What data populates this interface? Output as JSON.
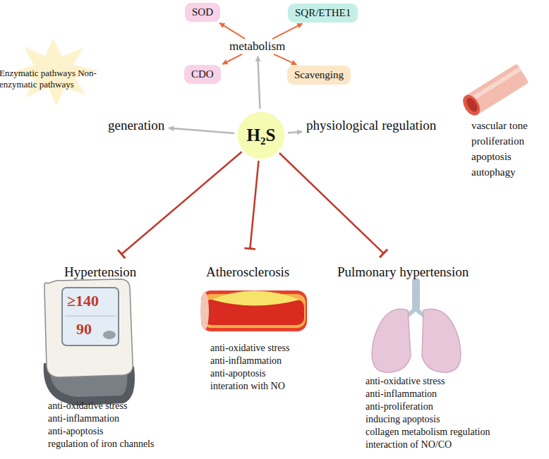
{
  "diagram": {
    "nodes": [
      {
        "text": [
          "SOD"
        ]
      },
      {
        "text": [
          "SQR/ETHE1"
        ]
      },
      {
        "text": [
          "metabolism"
        ]
      },
      {
        "text": [
          "CDO"
        ]
      },
      {
        "text": [
          "Scavenging"
        ]
      },
      {
        "text": [
          "Enzymatic pathways Non-enzymatic pathways"
        ]
      },
      {
        "text": [
          "generation"
        ]
      },
      {
        "text": [
          "H₂S"
        ]
      },
      {
        "text": [
          "physiological regulation"
        ]
      },
      {
        "text": [
          "Hypertension"
        ]
      },
      {
        "text": [
          "Atherosclerosis"
        ]
      },
      {
        "text": [
          "Pulmonary hypertension"
        ]
      }
    ],
    "edges": [
      {
        "from": 2,
        "to": 0,
        "arrow": "to"
      },
      {
        "from": 2,
        "to": 1,
        "arrow": "to"
      },
      {
        "from": 2,
        "to": 3,
        "arrow": "to"
      },
      {
        "from": 2,
        "to": 4,
        "arrow": "to"
      },
      {
        "from": 7,
        "to": 2,
        "arrow": "to"
      },
      {
        "from": 7,
        "to": 6,
        "arrow": "to"
      },
      {
        "from": 7,
        "to": 8,
        "arrow": "to"
      },
      {
        "from": 7,
        "to": 9,
        "arrow": "to"
      },
      {
        "from": 7,
        "to": 10,
        "arrow": "to"
      },
      {
        "from": 7,
        "to": 11,
        "arrow": "to"
      }
    ],
    "labels": [
      "vascular tone",
      "proliferation",
      "apoptosis",
      "autophagy",
      "≥140",
      "90",
      "anti-oxidative stress",
      "anti-inflammation",
      "anti-apoptosis",
      "regulation of iron channels",
      "anti-oxidative stress",
      "anti-inflammation",
      "anti-apoptosis",
      "interation with NO",
      "anti-oxidative stress",
      "anti-inflammation",
      "anti-proliferation",
      "inducing apoptosis",
      "collagen metabolism regulation",
      "interaction of NO/CO"
    ]
  }
}
